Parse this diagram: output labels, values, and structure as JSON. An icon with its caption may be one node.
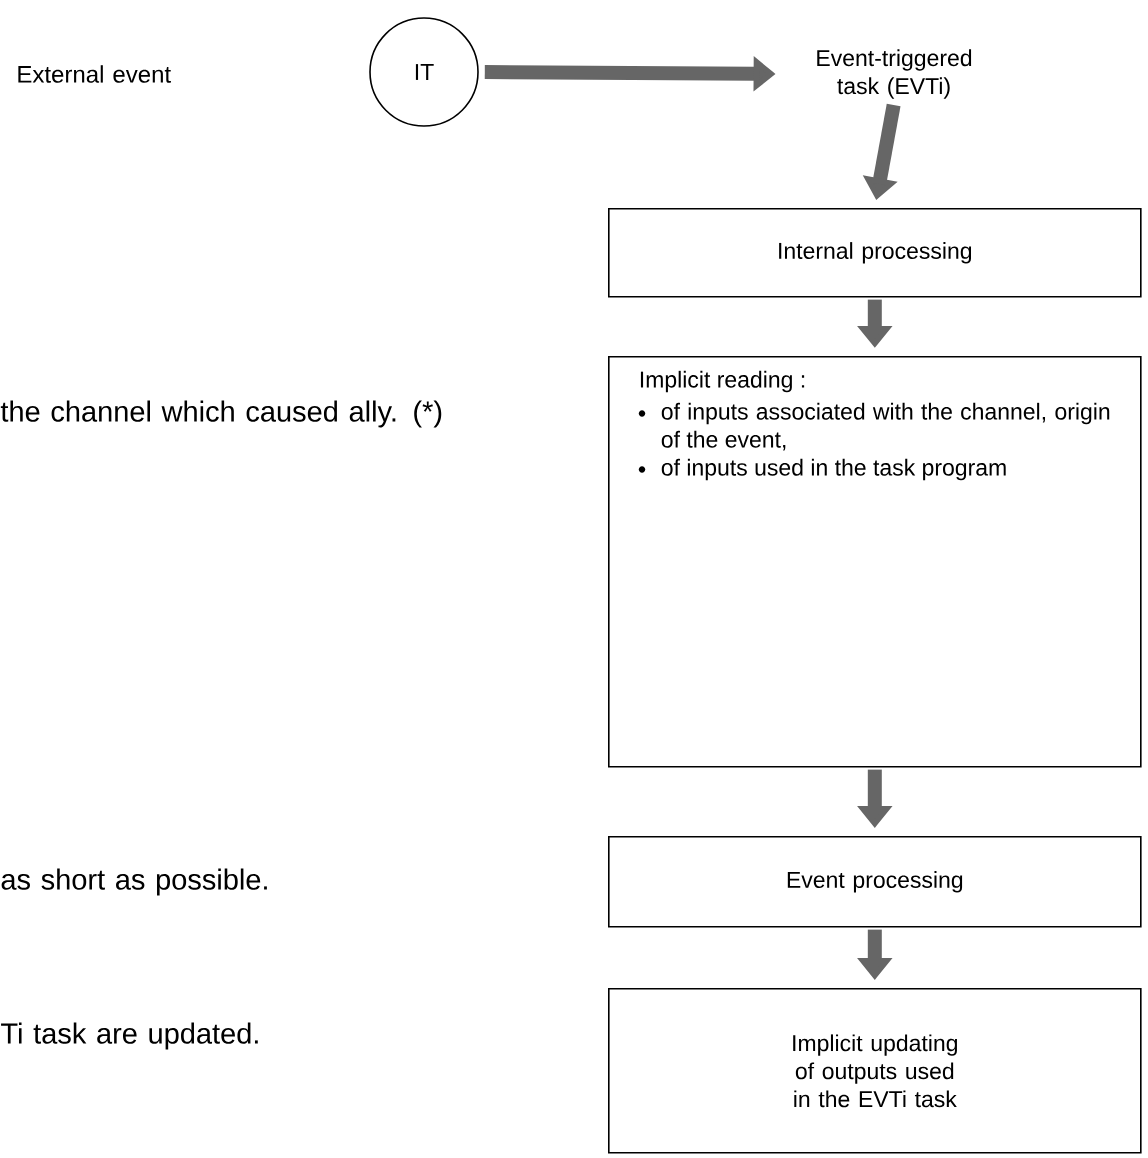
{
  "diagram": {
    "nodes": [
      {
        "text": [
          "IT"
        ]
      },
      {
        "text": [
          "Event-triggered task (EVTi)"
        ]
      },
      {
        "text": [
          "Internal processing"
        ]
      },
      {
        "text": [
          "Implicit reading :",
          "of inputs associated with the channel, origin of the event,",
          "of inputs used in the task program"
        ]
      },
      {
        "text": [
          "Event processing"
        ]
      },
      {
        "text": [
          "Implicit updating of outputs used in the EVTi task"
        ]
      }
    ],
    "edges": [
      {
        "from": 0,
        "to": 1,
        "arrow": "to"
      },
      {
        "from": 1,
        "to": 2,
        "arrow": "to"
      },
      {
        "from": 2,
        "to": 3,
        "arrow": "to"
      },
      {
        "from": 3,
        "to": 4,
        "arrow": "to"
      },
      {
        "from": 4,
        "to": 5,
        "arrow": "to"
      }
    ],
    "labels": [
      "External event",
      "the channel which caused ally. (*)",
      "as short as possible.",
      "Ti task are updated."
    ]
  }
}
